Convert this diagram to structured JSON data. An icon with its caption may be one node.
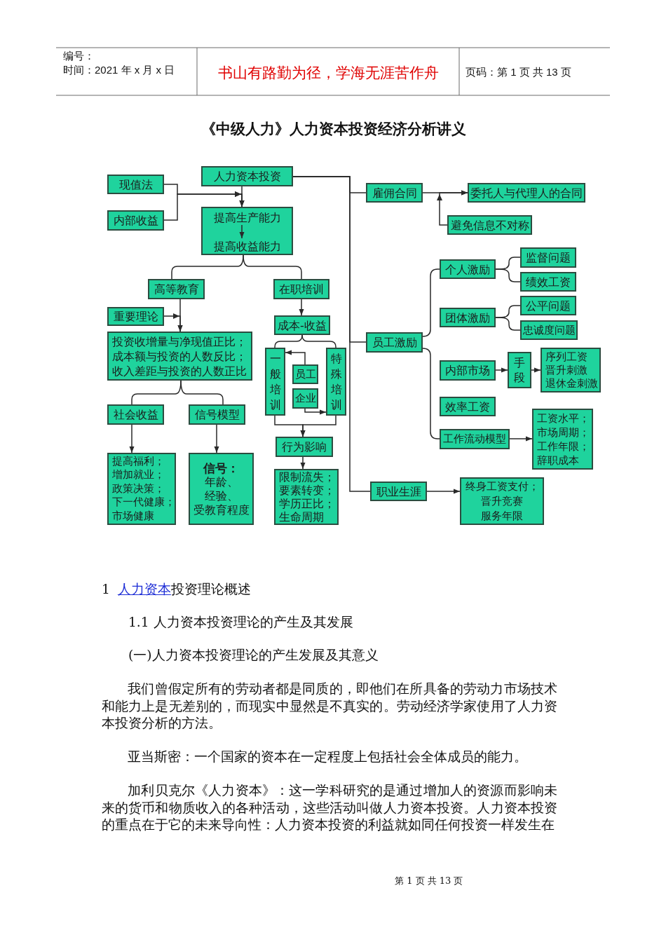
{
  "diagram": {
    "title": "《中级人力》人力资本投资经济分析讲义",
    "nodes": [
      {
        "text": [
          "人力资本投资"
        ]
      },
      {
        "text": [
          "现值法"
        ]
      },
      {
        "text": [
          "内部收益"
        ]
      },
      {
        "text": [],
        "shape": "box"
      },
      {
        "text": [
          "提高生产能力"
        ],
        "in": 3
      },
      {
        "text": [
          "提高收益能力"
        ],
        "in": 3
      },
      {
        "text": [
          "高等教育"
        ]
      },
      {
        "text": [
          "在职培训"
        ]
      },
      {
        "text": [
          "重要理论"
        ]
      },
      {
        "text": [
          "投资收增量与净现值正比；",
          "成本额与投资的人数反比；",
          "收入差距与投资的人数正比"
        ]
      },
      {
        "text": [
          "成本-收益"
        ]
      },
      {
        "text": [
          "一般培训"
        ]
      },
      {
        "text": [
          "员工"
        ]
      },
      {
        "text": [
          "企业"
        ]
      },
      {
        "text": [
          "特殊培训"
        ]
      },
      {
        "text": [
          "社会收益"
        ]
      },
      {
        "text": [
          "信号模型"
        ]
      },
      {
        "text": [
          "行为影响"
        ]
      },
      {
        "text": [
          "提高福利；",
          "增加就业；",
          "政策决策；",
          "下一代健康；",
          "市场健康"
        ]
      },
      {
        "text": [
          "信号：",
          "年龄、",
          "经验、",
          "受教育程度"
        ]
      },
      {
        "text": [
          "限制流失；",
          "要素转变；",
          "学历正比；",
          "生命周期"
        ]
      },
      {
        "text": [
          "雇佣合同"
        ]
      },
      {
        "text": [
          "委托人与代理人的合同"
        ]
      },
      {
        "text": [
          "避免信息不对称"
        ]
      },
      {
        "text": [
          "员工激励"
        ]
      },
      {
        "text": [
          "个人激励"
        ]
      },
      {
        "text": [
          "监督问题"
        ]
      },
      {
        "text": [
          "绩效工资"
        ]
      },
      {
        "text": [
          "团体激励"
        ]
      },
      {
        "text": [
          "公平问题"
        ]
      },
      {
        "text": [
          "忠诚度问题"
        ]
      },
      {
        "text": [
          "内部市场"
        ]
      },
      {
        "text": [
          "手段"
        ]
      },
      {
        "text": [
          "序列工资",
          "晋升刺激",
          "退休金刺激"
        ]
      },
      {
        "text": [
          "效率工资"
        ]
      },
      {
        "text": [
          "工作流动模型"
        ]
      },
      {
        "text": [
          "工资水平；",
          "市场周期；",
          "工作年限；",
          "辞职成本"
        ]
      },
      {
        "text": [
          "职业生涯"
        ]
      },
      {
        "text": [
          "终身工资支付；",
          "晋升竞赛",
          "服务年限"
        ]
      }
    ],
    "edges": [
      {
        "from": 0,
        "to": 3,
        "arrow": "to"
      },
      {
        "from": 1,
        "to": 3,
        "arrow": "to"
      },
      {
        "from": 2,
        "to": 3,
        "arrow": "to"
      },
      {
        "from": 4,
        "to": 5,
        "arrow": "to"
      },
      {
        "from": 3,
        "to": 6,
        "arrow": "none"
      },
      {
        "from": 3,
        "to": 7,
        "arrow": "none"
      },
      {
        "from": 6,
        "to": 9,
        "arrow": "to"
      },
      {
        "from": 8,
        "to": 9,
        "arrow": "to"
      },
      {
        "from": 7,
        "to": 10,
        "arrow": "to"
      },
      {
        "from": 10,
        "to": 11,
        "arrow": "none"
      },
      {
        "from": 10,
        "to": 14,
        "arrow": "none"
      },
      {
        "from": 12,
        "to": 11,
        "arrow": "to"
      },
      {
        "from": 13,
        "to": 14,
        "arrow": "to"
      },
      {
        "from": 11,
        "to": 17,
        "arrow": "to"
      },
      {
        "from": 14,
        "to": 17,
        "arrow": "to"
      },
      {
        "from": 17,
        "to": 20,
        "arrow": "to"
      },
      {
        "from": 9,
        "to": 15,
        "arrow": "none"
      },
      {
        "from": 9,
        "to": 16,
        "arrow": "none"
      },
      {
        "from": 15,
        "to": 18,
        "arrow": "to"
      },
      {
        "from": 16,
        "to": 19,
        "arrow": "to"
      },
      {
        "from": 0,
        "to": 21,
        "arrow": "none"
      },
      {
        "from": 0,
        "to": 24,
        "arrow": "none"
      },
      {
        "from": 0,
        "to": 37,
        "arrow": "none"
      },
      {
        "from": 21,
        "to": 22,
        "arrow": "to"
      },
      {
        "from": 23,
        "to": 22,
        "arrow": "to"
      },
      {
        "from": 24,
        "to": 25,
        "arrow": "none"
      },
      {
        "from": 24,
        "to": 35,
        "arrow": "none"
      },
      {
        "from": 25,
        "to": 26,
        "arrow": "none"
      },
      {
        "from": 25,
        "to": 27,
        "arrow": "none"
      },
      {
        "from": 28,
        "to": 29,
        "arrow": "none"
      },
      {
        "from": 28,
        "to": 30,
        "arrow": "none"
      },
      {
        "from": 31,
        "to": 32,
        "arrow": "to"
      },
      {
        "from": 32,
        "to": 33,
        "arrow": "to"
      },
      {
        "from": 35,
        "to": 36,
        "arrow": "to"
      },
      {
        "from": 37,
        "to": 38,
        "arrow": "to"
      }
    ],
    "labels": [
      "编号：",
      "时间：2021 年 x 月 x 日",
      "书山有路勤为径，学海无涯苦作舟",
      "页码：第 1 页 共 13 页",
      "1",
      "人力资本",
      "投资理论概述",
      "1.1 人力资本投资理论的产生及其发展",
      "(一)人力资本投资理论的产生发展及其意义",
      "我们曾假定所有的劳动者都是同质的，即他们在所具备的劳动力市场技术和能力上是无差别的，而现实中显然是不真实的。劳动经济学家使用了人力资本投资分析的方法。",
      "亚当斯密：一个国家的资本在一定程度上包括社会全体成员的能力。",
      "加利贝克尔《人力资本》：这一学科研究的是通过增加人的资源而影响未来的货币和物质收入的各种活动，这些活动叫做人力资本投资。人力资本投资的重点在于它的未来导向性：人力资本投资的利益就如同任何投资一样发生在",
      "第 1 页 共 13 页"
    ]
  }
}
